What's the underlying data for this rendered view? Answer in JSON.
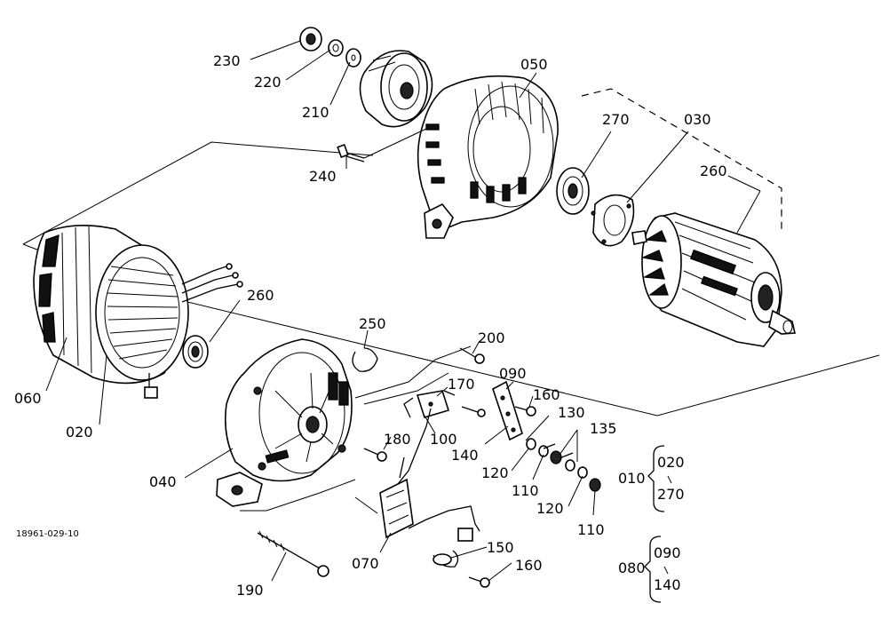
{
  "diagram": {
    "reference_code": "18961-029-10",
    "labels": {
      "p230": "230",
      "p220": "220",
      "p210": "210",
      "p240": "240",
      "p050": "050",
      "p270": "270",
      "p030": "030",
      "p260a": "260",
      "p260b": "260",
      "p060": "060",
      "p020": "020",
      "p040": "040",
      "p250": "250",
      "p200": "200",
      "p170": "170",
      "p090": "090",
      "p160a": "160",
      "p130": "130",
      "p135": "135",
      "p180": "180",
      "p100": "100",
      "p140": "140",
      "p120a": "120",
      "p110a": "110",
      "p120b": "120",
      "p110b": "110",
      "p070": "070",
      "p150": "150",
      "p160b": "160",
      "p190": "190"
    },
    "legend": {
      "group1": {
        "parent": "010",
        "from": "020",
        "to": "270"
      },
      "group2": {
        "parent": "080",
        "from": "090",
        "to": "140"
      }
    }
  }
}
